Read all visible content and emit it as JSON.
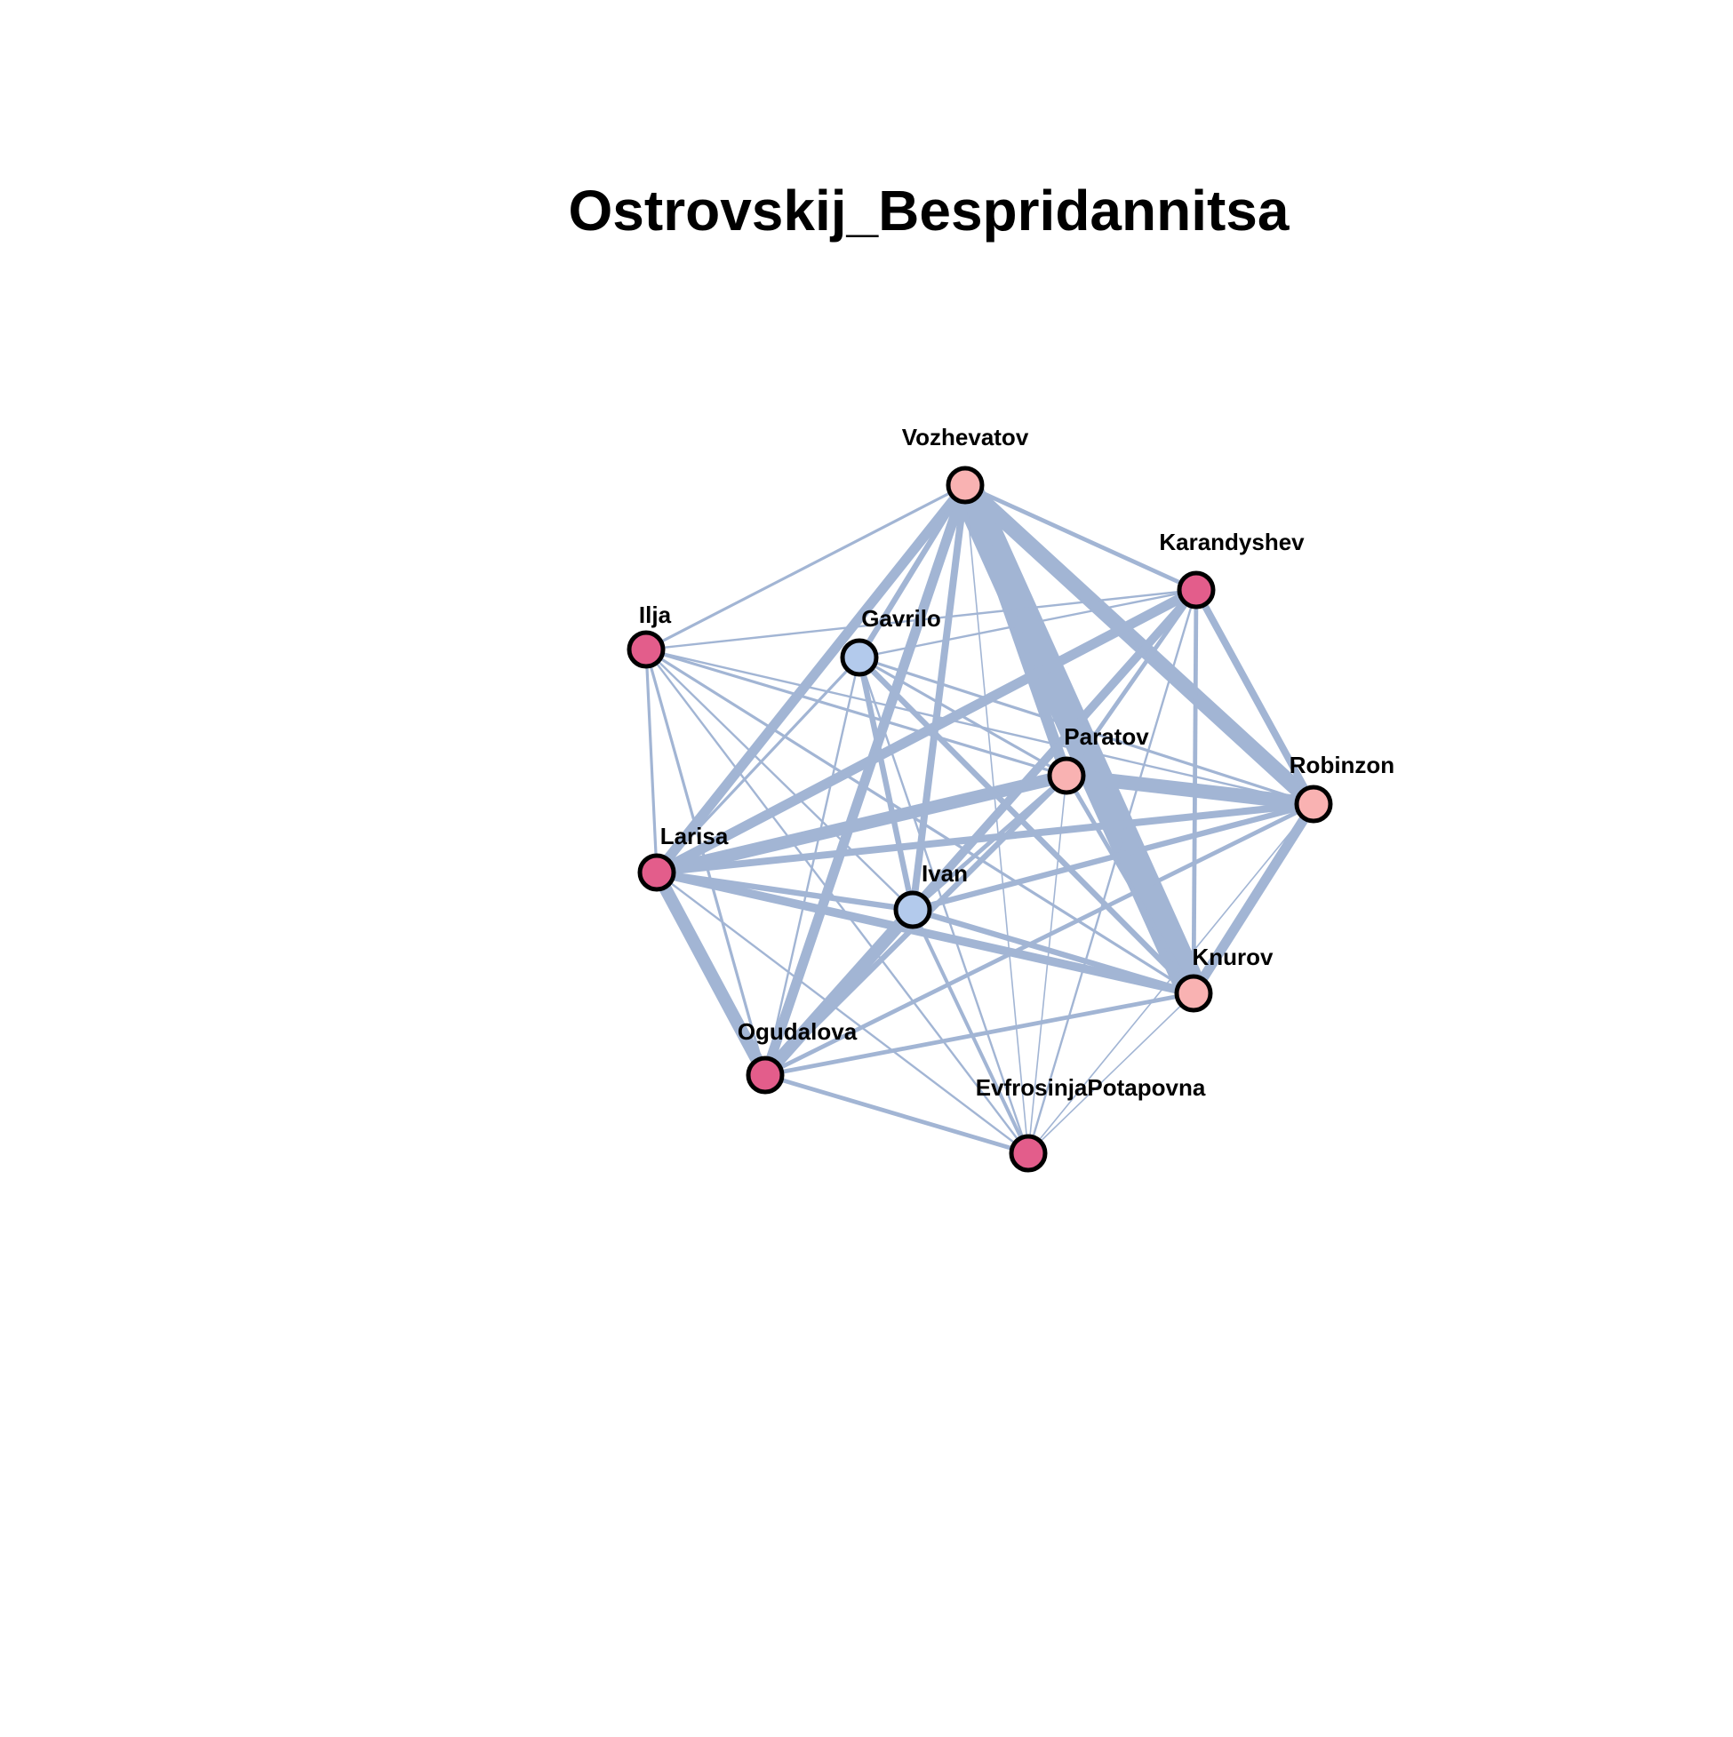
{
  "title": "Ostrovskij_Bespridannitsa",
  "colors": {
    "edge": "#a2b5d4",
    "node_stroke": "#000000",
    "female": "#e35d8b",
    "male": "#f9b2b2",
    "servant": "#b3caec"
  },
  "nodes": [
    {
      "id": "vozhevatov",
      "label": "Vozhevatov",
      "group": "male"
    },
    {
      "id": "karandyshev",
      "label": "Karandyshev",
      "group": "female"
    },
    {
      "id": "ilja",
      "label": "Ilja",
      "group": "female"
    },
    {
      "id": "gavrilo",
      "label": "Gavrilo",
      "group": "servant"
    },
    {
      "id": "paratov",
      "label": "Paratov",
      "group": "male"
    },
    {
      "id": "robinzon",
      "label": "Robinzon",
      "group": "male"
    },
    {
      "id": "larisa",
      "label": "Larisa",
      "group": "female"
    },
    {
      "id": "ivan",
      "label": "Ivan",
      "group": "servant"
    },
    {
      "id": "knurov",
      "label": "Knurov",
      "group": "male"
    },
    {
      "id": "ogudalova",
      "label": "Ogudalova",
      "group": "female"
    },
    {
      "id": "evfrosinja",
      "label": "EvfrosinjaPotapovna",
      "group": "female"
    }
  ],
  "edges": [
    {
      "s": "vozhevatov",
      "t": "knurov",
      "w": 22
    },
    {
      "s": "vozhevatov",
      "t": "robinzon",
      "w": 11
    },
    {
      "s": "vozhevatov",
      "t": "paratov",
      "w": 8
    },
    {
      "s": "vozhevatov",
      "t": "larisa",
      "w": 7
    },
    {
      "s": "vozhevatov",
      "t": "ogudalova",
      "w": 7
    },
    {
      "s": "vozhevatov",
      "t": "ivan",
      "w": 5
    },
    {
      "s": "vozhevatov",
      "t": "gavrilo",
      "w": 4
    },
    {
      "s": "vozhevatov",
      "t": "karandyshev",
      "w": 3
    },
    {
      "s": "vozhevatov",
      "t": "ilja",
      "w": 2
    },
    {
      "s": "vozhevatov",
      "t": "evfrosinja",
      "w": 1
    },
    {
      "s": "karandyshev",
      "t": "larisa",
      "w": 7
    },
    {
      "s": "karandyshev",
      "t": "ogudalova",
      "w": 6
    },
    {
      "s": "karandyshev",
      "t": "ivan",
      "w": 5
    },
    {
      "s": "karandyshev",
      "t": "robinzon",
      "w": 5
    },
    {
      "s": "karandyshev",
      "t": "knurov",
      "w": 3
    },
    {
      "s": "karandyshev",
      "t": "paratov",
      "w": 3
    },
    {
      "s": "karandyshev",
      "t": "ilja",
      "w": 1.5
    },
    {
      "s": "karandyshev",
      "t": "gavrilo",
      "w": 1.5
    },
    {
      "s": "karandyshev",
      "t": "evfrosinja",
      "w": 1.5
    },
    {
      "s": "larisa",
      "t": "paratov",
      "w": 9
    },
    {
      "s": "larisa",
      "t": "robinzon",
      "w": 5
    },
    {
      "s": "larisa",
      "t": "ogudalova",
      "w": 9
    },
    {
      "s": "larisa",
      "t": "knurov",
      "w": 6
    },
    {
      "s": "larisa",
      "t": "ivan",
      "w": 4
    },
    {
      "s": "larisa",
      "t": "ilja",
      "w": 2
    },
    {
      "s": "larisa",
      "t": "gavrilo",
      "w": 2
    },
    {
      "s": "larisa",
      "t": "evfrosinja",
      "w": 1.5
    },
    {
      "s": "paratov",
      "t": "robinzon",
      "w": 10
    },
    {
      "s": "paratov",
      "t": "ogudalova",
      "w": 4
    },
    {
      "s": "paratov",
      "t": "ivan",
      "w": 3
    },
    {
      "s": "paratov",
      "t": "ilja",
      "w": 2
    },
    {
      "s": "paratov",
      "t": "gavrilo",
      "w": 2
    },
    {
      "s": "paratov",
      "t": "knurov",
      "w": 3
    },
    {
      "s": "paratov",
      "t": "evfrosinja",
      "w": 1
    },
    {
      "s": "robinzon",
      "t": "knurov",
      "w": 7
    },
    {
      "s": "robinzon",
      "t": "ivan",
      "w": 4
    },
    {
      "s": "robinzon",
      "t": "ogudalova",
      "w": 3
    },
    {
      "s": "robinzon",
      "t": "gavrilo",
      "w": 2
    },
    {
      "s": "robinzon",
      "t": "ilja",
      "w": 1.5
    },
    {
      "s": "robinzon",
      "t": "evfrosinja",
      "w": 1
    },
    {
      "s": "ogudalova",
      "t": "ivan",
      "w": 9
    },
    {
      "s": "ogudalova",
      "t": "knurov",
      "w": 3
    },
    {
      "s": "ogudalova",
      "t": "evfrosinja",
      "w": 3
    },
    {
      "s": "ogudalova",
      "t": "gavrilo",
      "w": 1.5
    },
    {
      "s": "ogudalova",
      "t": "ilja",
      "w": 2
    },
    {
      "s": "ivan",
      "t": "gavrilo",
      "w": 4
    },
    {
      "s": "ivan",
      "t": "knurov",
      "w": 4
    },
    {
      "s": "ivan",
      "t": "evfrosinja",
      "w": 2.5
    },
    {
      "s": "ivan",
      "t": "ilja",
      "w": 1.5
    },
    {
      "s": "gavrilo",
      "t": "knurov",
      "w": 4
    },
    {
      "s": "gavrilo",
      "t": "evfrosinja",
      "w": 1.5
    },
    {
      "s": "ilja",
      "t": "knurov",
      "w": 2
    },
    {
      "s": "ilja",
      "t": "evfrosinja",
      "w": 1.5
    },
    {
      "s": "knurov",
      "t": "evfrosinja",
      "w": 1
    }
  ]
}
